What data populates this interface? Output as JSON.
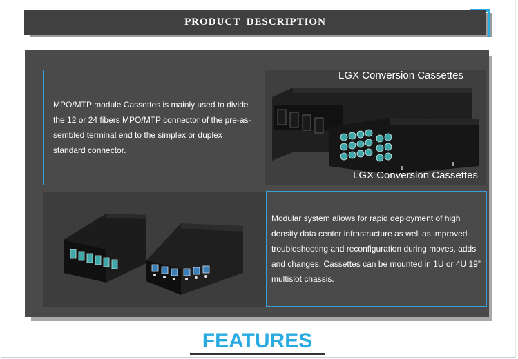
{
  "header": {
    "title": "PRODUCT DESCRIPTION"
  },
  "section1": {
    "text": "MPO/MTP module Cassettes is mainly used to divide the 12 or 24 fibers MPO/MTP connector of the pre-as-sembled terminal end to the simplex or duplex standard connector.",
    "image_caption_top": "LGX Conversion Cassettes",
    "image_caption_bottom": "LGX Conversion Cassettes"
  },
  "section2": {
    "text": "Modular system allows for rapid deployment of high density data center infrastructure as well as improved troubleshooting and reconfiguration during moves, adds and changes. Cassettes can be mounted in 1U or 4U 19” multislot chassis."
  },
  "footer": {
    "title": "FEATURES"
  },
  "colors": {
    "accent": "#29abe2",
    "panel": "#4a4a4a",
    "banner": "#404040",
    "port": "#3fa7a7"
  }
}
